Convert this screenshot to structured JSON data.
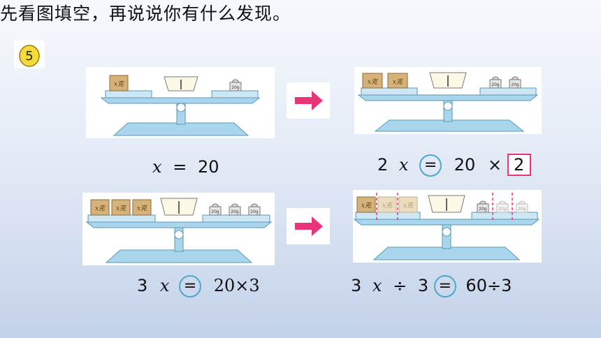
{
  "problem": {
    "number": "5",
    "instruction": "先看图填空，再说说你有什么发现。"
  },
  "scales": {
    "block_label": "x克",
    "weight_label": "20g"
  },
  "equations": {
    "eq1": {
      "var": "x",
      "eq": "=",
      "rhs": "20"
    },
    "eq2": {
      "coef": "2",
      "var": "x",
      "eq": "=",
      "rhs": "20",
      "op": "×",
      "answer": "2"
    },
    "eq3": {
      "coef": "3",
      "var": "x",
      "eq": "=",
      "rhs": "20×3"
    },
    "eq4": {
      "coef": "3",
      "var": "x",
      "op": "÷",
      "divisor": "3",
      "eq": "=",
      "rhs": "60÷3"
    }
  },
  "colors": {
    "accent_pink": "#e8357a",
    "ring_blue": "#4aa8c8",
    "beam_blue": "#a9d6ec",
    "badge_yellow": "#f3dc3a"
  }
}
